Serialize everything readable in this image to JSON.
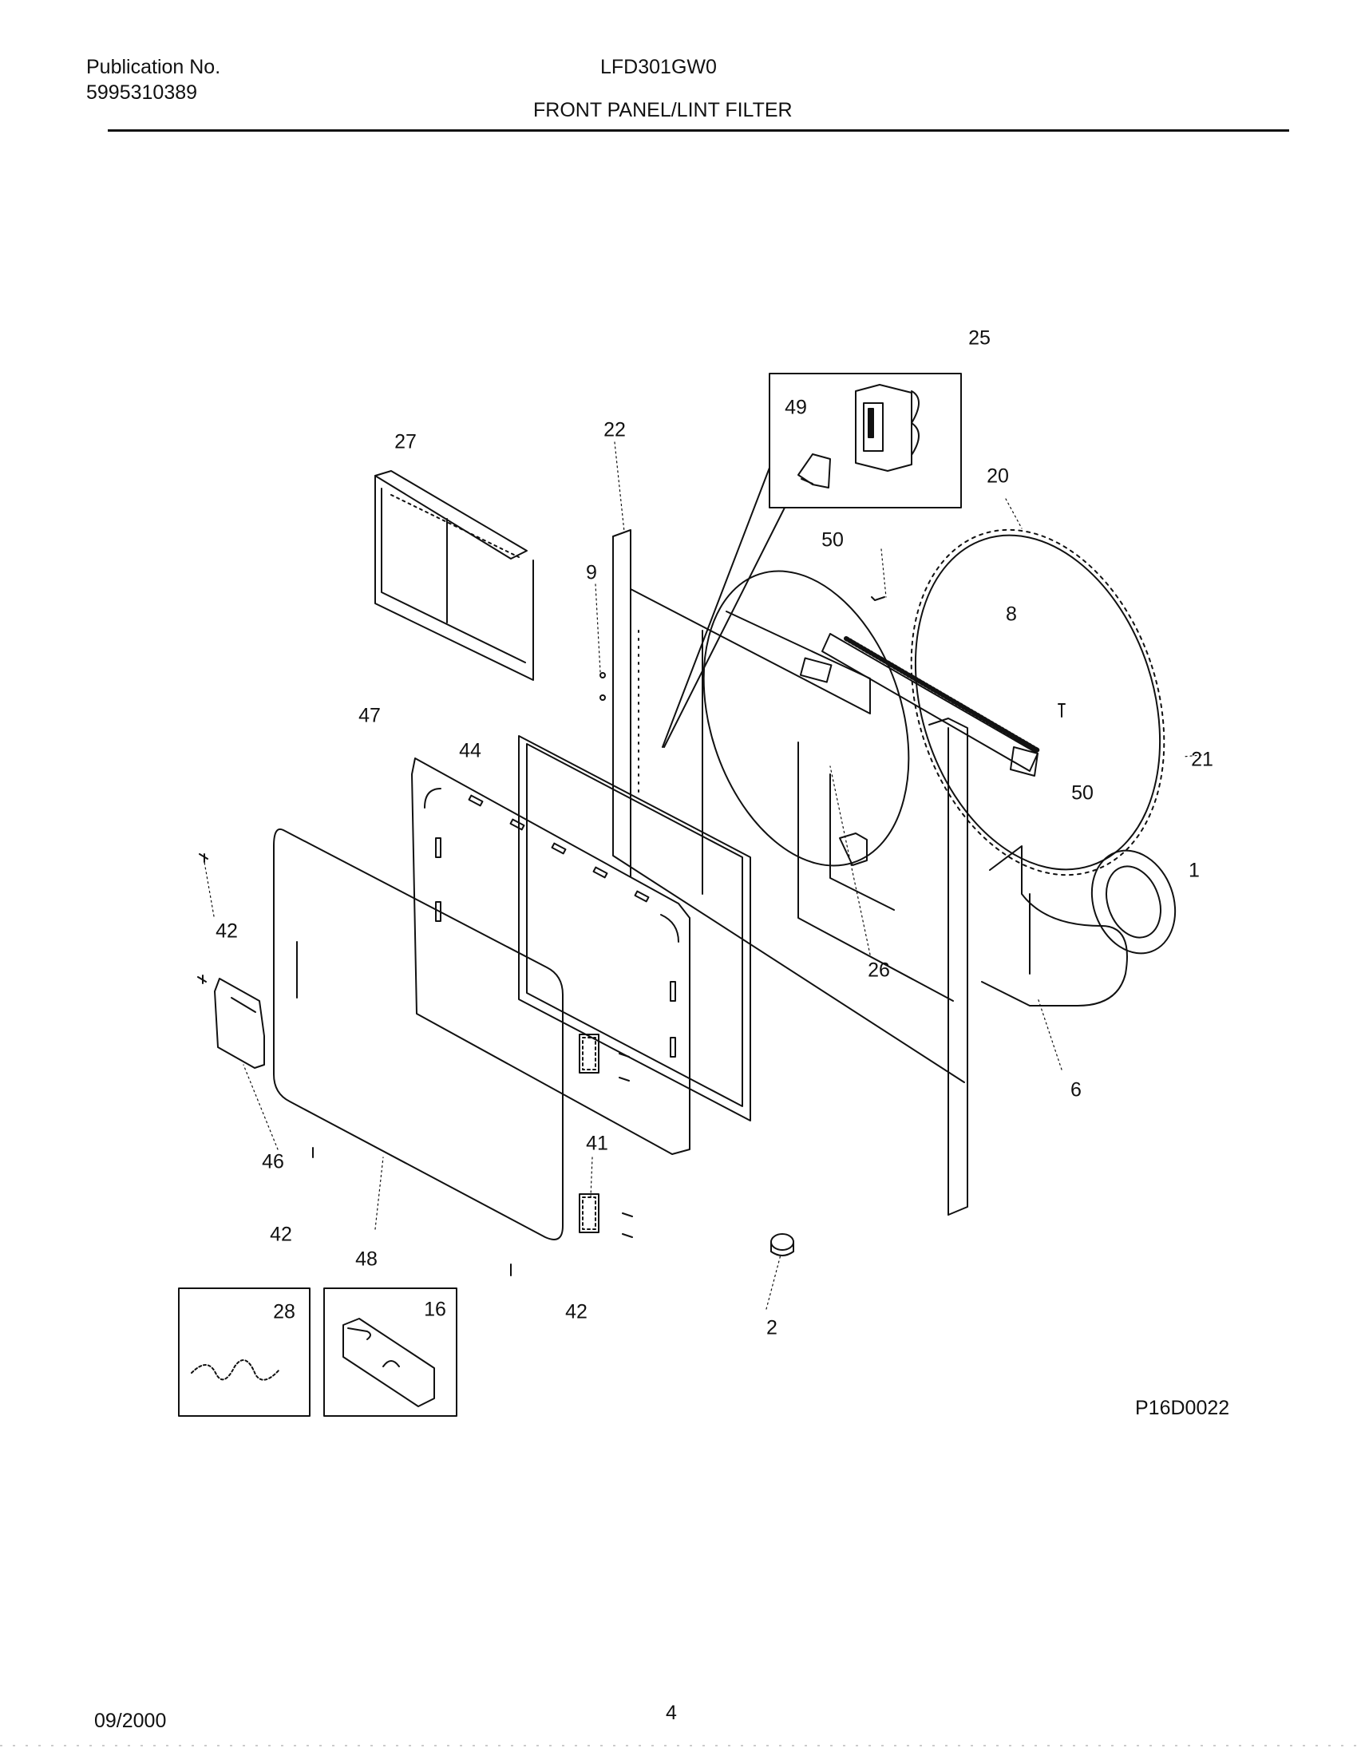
{
  "header": {
    "pub_label": "Publication No.",
    "pub_number": "5995310389",
    "model": "LFD301GW0",
    "section_title": "FRONT PANEL/LINT FILTER"
  },
  "callouts": {
    "c25": "25",
    "c49": "49",
    "c27": "27",
    "c22": "22",
    "c20": "20",
    "c50a": "50",
    "c9": "9",
    "c8": "8",
    "c47": "47",
    "c44": "44",
    "c21": "21",
    "c50b": "50",
    "c1": "1",
    "c42a": "42",
    "c26": "26",
    "c6": "6",
    "c46": "46",
    "c41": "41",
    "c42b": "42",
    "c48": "48",
    "c28": "28",
    "c16": "16",
    "c42c": "42",
    "c2": "2"
  },
  "diagram_code": "P16D0022",
  "footer": {
    "date": "09/2000",
    "page": "4"
  }
}
